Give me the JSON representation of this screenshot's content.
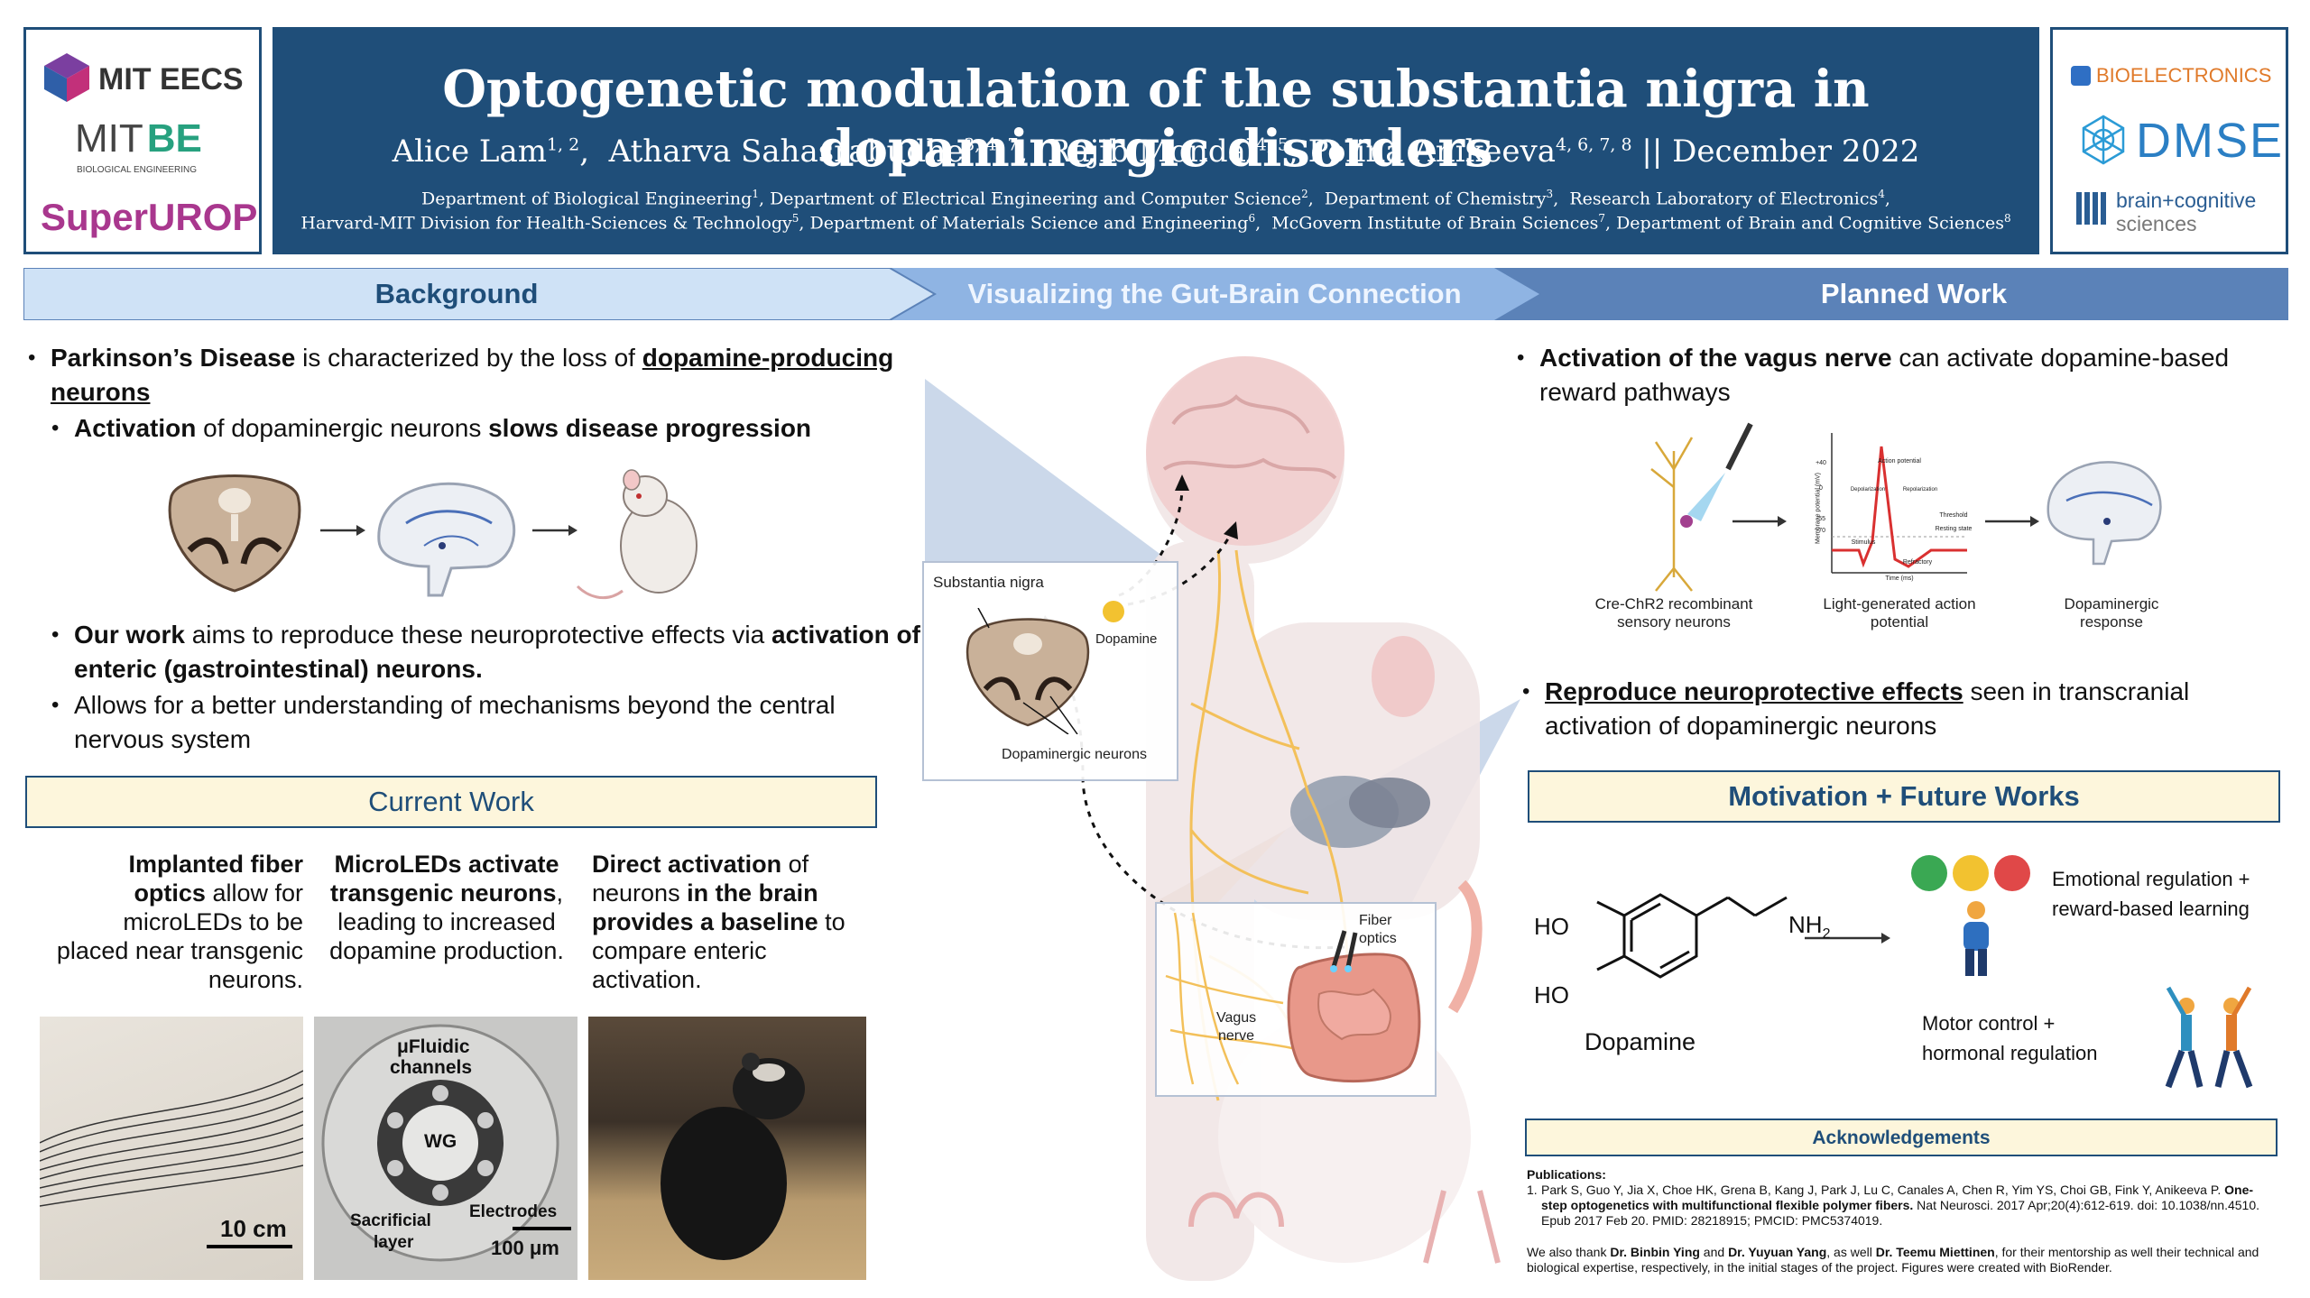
{
  "header": {
    "title": "Optogenetic modulation of the substantia nigra in dopaminergic disorders",
    "authors": [
      {
        "name": "Alice Lam",
        "sup": "1, 2"
      },
      {
        "name": "Atharva Sahasrabudhe",
        "sup": "3, 4, 7"
      },
      {
        "name": "Rajib Mondal",
        "sup": "4, 5"
      },
      {
        "name": "Polina Anikeeva",
        "sup": "4, 6, 7, 8"
      }
    ],
    "date_sep": "||",
    "date": "December 2022",
    "aff_line1": [
      {
        "name": "Department of Biological Engineering",
        "sup": "1"
      },
      {
        "name": "Department of Electrical Engineering and Computer Science",
        "sup": "2"
      },
      {
        "name": "Department of Chemistry",
        "sup": "3"
      },
      {
        "name": "Research Laboratory of Electronics",
        "sup": "4"
      }
    ],
    "aff_line2": [
      {
        "name": "Harvard-MIT Division for Health-Sciences & Technology",
        "sup": "5"
      },
      {
        "name": "Department of Materials Science and Engineering",
        "sup": "6"
      },
      {
        "name": "McGovern Institute of Brain Sciences",
        "sup": "7"
      },
      {
        "name": "Department of Brain and Cognitive Sciences",
        "sup": "8"
      }
    ]
  },
  "logos_left": {
    "mit_eecs": "MIT EECS",
    "mit_be_mit": "MIT",
    "mit_be_be": "BE",
    "mit_be_sub": "BIOLOGICAL ENGINEERING",
    "superurop": "SuperUROP"
  },
  "logos_right": {
    "bio": "BIOELECTRONICS",
    "dmse": "DMSE",
    "bcs_1": "brain+cognitive",
    "bcs_2": "sciences"
  },
  "banner": {
    "background": "Background",
    "gut_brain": "Visualizing the Gut-Brain Connection",
    "planned": "Planned Work"
  },
  "background": {
    "b1_bold": "Parkinson’s Disease",
    "b1_text": " is characterized by the loss of ",
    "b1_u": "dopamine-producing neurons",
    "b2_bold": "Activation",
    "b2_text": " of dopaminergic neurons ",
    "b2_bold2": "slows disease progression",
    "b3_bold": "Our work",
    "b3_text": " aims to reproduce these neuroprotective effects via ",
    "b3_bold2": "activation of enteric (gastrointestinal) neurons.",
    "b4_text": "Allows for a better understanding of mechanisms beyond the central nervous system"
  },
  "current_work": {
    "title": "Current Work",
    "col1_b": "Implanted fiber optics",
    "col1_t": " allow for microLEDs to be placed near transgenic neurons.",
    "col2_b": "MicroLEDs activate transgenic neurons",
    "col2_t": ", leading to increased dopamine production.",
    "col3_b": "Direct activation",
    "col3_t": " of neurons ",
    "col3_b2": "in the brain provides a baseline",
    "col3_t2": " to compare enteric activation.",
    "photo1_scale": "10 cm",
    "photo2_top1": "μFluidic",
    "photo2_top2": "channels",
    "photo2_wg": "WG",
    "photo2_sac1": "Sacrificial",
    "photo2_sac2": "layer",
    "photo2_elec": "Electrodes",
    "photo2_scale": "100 μm"
  },
  "center": {
    "substantia_nigra": "Substantia nigra",
    "dopamine": "Dopamine",
    "dopaminergic_neurons": "Dopaminergic neurons",
    "fiber": "Fiber",
    "optics": "optics",
    "vagus": "Vagus",
    "nerve": "nerve"
  },
  "planned": {
    "p1_bold": "Activation of the vagus nerve",
    "p1_text": " can activate dopamine-based reward pathways",
    "fig_cre_1": "Cre-ChR2 recombinant",
    "fig_cre_2": "sensory neurons",
    "fig_light_1": "Light-generated action",
    "fig_light_2": "potential",
    "fig_dop_1": "Dopaminergic",
    "fig_dop_2": "response",
    "ap_action": "Action potential",
    "ap_threshold": "Threshold",
    "ap_resting": "Resting state",
    "ap_stimulus": "Stimulus",
    "ap_refractory": "Refractory",
    "ap_depol": "Depolarization",
    "ap_repol": "Repolarization",
    "ap_ylabel": "Membrane potential (mV)",
    "ap_xlabel": "Time (ms)",
    "ap_t40": "+40",
    "ap_t0": "0",
    "ap_t55": "-55",
    "ap_t70": "-70",
    "p2_u": "Reproduce neuroprotective effects",
    "p2_text": " seen in transcranial activation of dopaminergic neurons"
  },
  "motivation": {
    "title": "Motivation + Future Works",
    "ho1": "HO",
    "ho2": "HO",
    "nh2": "NH",
    "nh2_sub": "2",
    "dopamine_label": "Dopamine",
    "emo_1": "Emotional regulation +",
    "emo_2": "reward-based learning",
    "motor_1": "Motor control +",
    "motor_2": "hormonal regulation"
  },
  "ack": {
    "title": "Acknowledgements",
    "pub_heading": "Publications:",
    "ref_num": "1.",
    "ref_authors": "Park S, Guo Y, Jia X, Choe HK, Grena B, Kang J, Park J, Lu C, Canales A, Chen R, Yim YS, Choi GB, Fink Y, Anikeeva P.",
    "ref_title": "One-step optogenetics with multifunctional flexible polymer fibers.",
    "ref_journal": " Nat Neurosci. 2017 Apr;20(4):612-619. doi: 10.1038/nn.4510. Epub 2017 Feb 20. PMID: 28218915; PMCID: PMC5374019.",
    "thanks_1": "We also thank ",
    "thanks_n1": "Dr. Binbin Ying",
    "thanks_2": " and ",
    "thanks_n2": "Dr. Yuyuan Yang",
    "thanks_3": ", as well ",
    "thanks_n3": "Dr. Teemu Miettinen",
    "thanks_4": ", for their mentorship as well their technical and biological expertise, respectively, in the initial stages of the project. Figures were created with BioRender."
  },
  "colors": {
    "navy": "#1f4e79",
    "banner_light": "#cfe2f6",
    "banner_mid": "#8fb4e3",
    "banner_dark": "#5b82b8",
    "cream": "#fdf6dc",
    "nerve": "#f3c05a"
  }
}
